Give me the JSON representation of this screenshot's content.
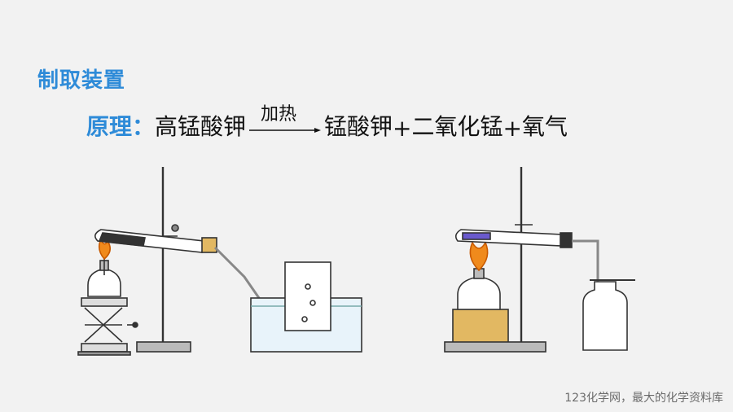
{
  "slide": {
    "title": "制取装置",
    "principle_label": "原理：",
    "reactant": "高锰酸钾",
    "condition": "加热",
    "products": [
      {
        "text": "锰酸钾"
      },
      {
        "text": " + "
      },
      {
        "text": "二氧化锰"
      },
      {
        "text": " + "
      },
      {
        "text": "氧气"
      }
    ]
  },
  "footer": {
    "watermark": "123化学网，最大的化学资料库"
  },
  "colors": {
    "accent": "#2e8bd8",
    "flame": "#f08a1c",
    "wood": "#e2b862"
  }
}
